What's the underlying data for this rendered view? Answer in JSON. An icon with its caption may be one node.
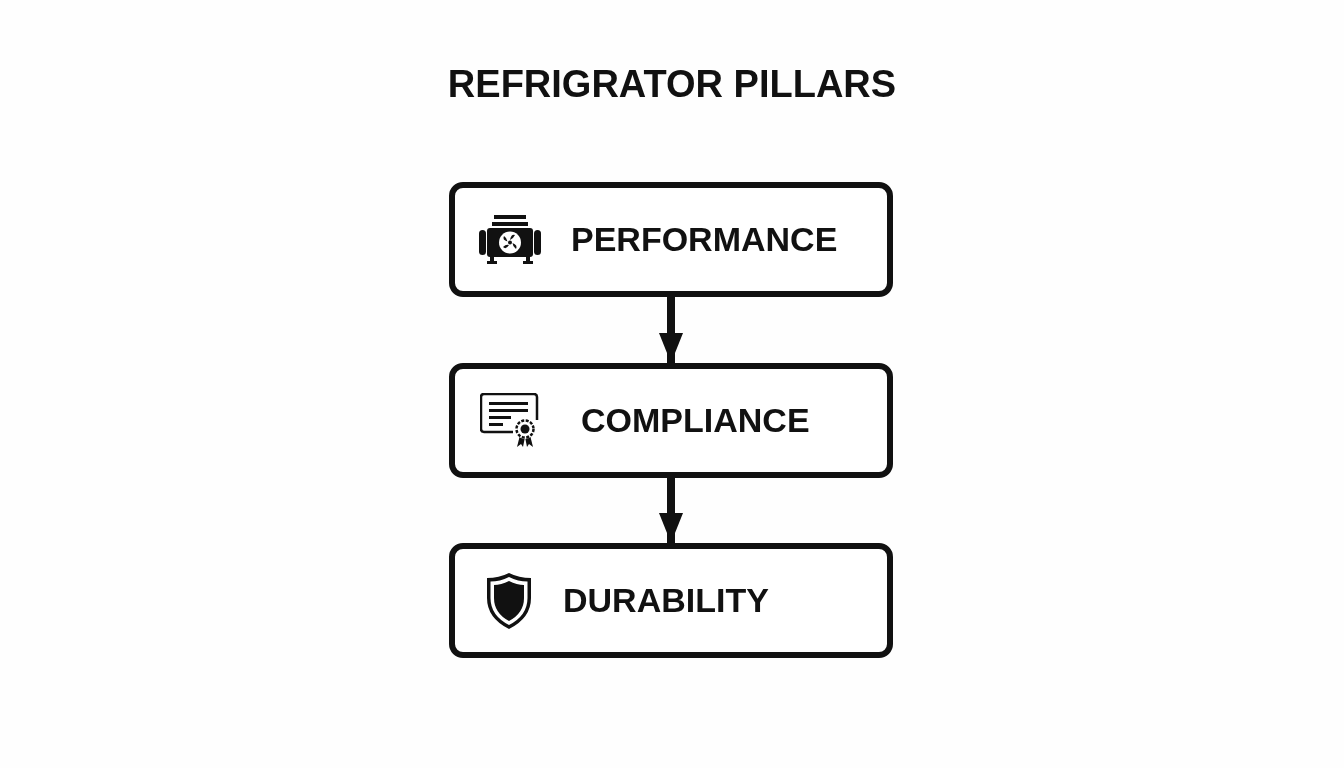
{
  "diagram": {
    "title": "REFRIGRATOR PILLARS",
    "nodes": [
      {
        "text": [
          "PERFORMANCE"
        ]
      },
      {
        "text": [
          "COMPLIANCE"
        ]
      },
      {
        "text": [
          "DURABILITY"
        ]
      }
    ],
    "edges": [
      {
        "from": 0,
        "to": 1,
        "arrow": "to"
      },
      {
        "from": 1,
        "to": 2,
        "arrow": "to"
      }
    ]
  }
}
